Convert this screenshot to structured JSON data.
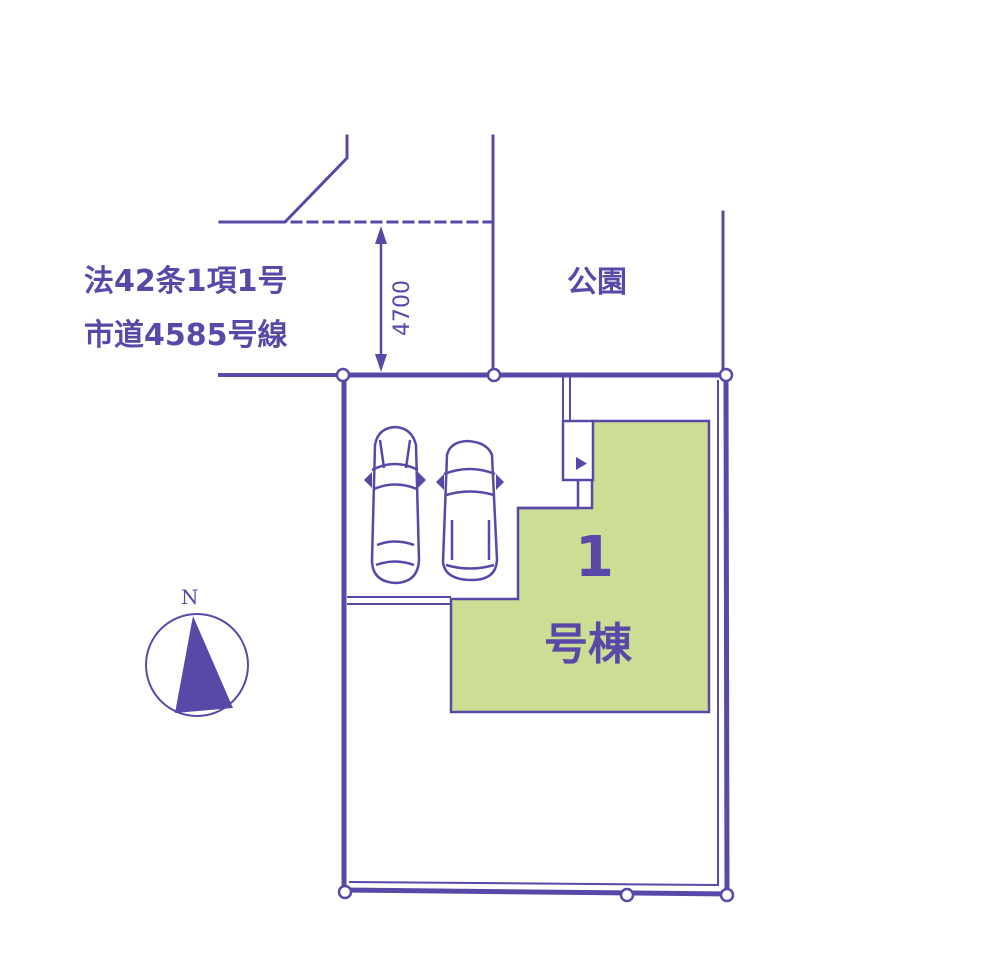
{
  "colors": {
    "line": "#5a48a8",
    "lot_fill": "#cbde93",
    "background": "#ffffff"
  },
  "road": {
    "label_line1": "法42条1項1号",
    "label_line2": "市道4585号線",
    "width_dimension": "4700"
  },
  "neighbors": {
    "park_label": "公園"
  },
  "building": {
    "number": "1",
    "suffix": "号棟"
  },
  "parking": {
    "car_count": 2,
    "cars": [
      {
        "type": "sedan"
      },
      {
        "type": "compact"
      }
    ]
  },
  "entrance": {
    "icon": "entrance-arrow-icon"
  },
  "compass": {
    "north_label": "N",
    "icon": "north-arrow-icon"
  }
}
